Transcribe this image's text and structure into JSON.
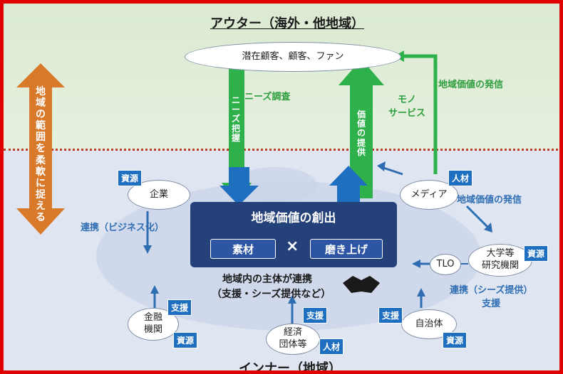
{
  "outer_title": "アウター（海外・他地域）",
  "inner_title": "インナー（地域）",
  "customers": "潜在顧客、顧客、ファン",
  "needs_survey": "ニーズ調査",
  "needs_grasp": "ニーズ把握",
  "value_provide": "価値の提供",
  "mono_service": "モノ\nサービス",
  "regional_value_send": "地域価値の発信",
  "left_arrow_text": "地域の範囲を柔軟に捉える",
  "center_title": "地域価値の創出",
  "material": "素材",
  "times": "×",
  "polish": "磨き上げ",
  "cooperation_line1": "地域内の主体が連携",
  "cooperation_line2": "（支援・シーズ提供など）",
  "company": "企業",
  "resource": "資源",
  "human": "人材",
  "media": "メディア",
  "media_send": "地域価値の発信",
  "business_link": "連携（ビジネス化）",
  "finance": "金融\n機関",
  "support": "支援",
  "economy": "経済\n団体等",
  "municipality": "自治体",
  "tlo": "TLO",
  "university": "大学等\n研究機関",
  "seeds_link": "連携（シーズ提供）\n支援",
  "colors": {
    "green": "#2eb04a",
    "blue": "#1f6fc0",
    "navy": "#24417a",
    "red": "#e00000",
    "orange": "#d97a2b"
  }
}
